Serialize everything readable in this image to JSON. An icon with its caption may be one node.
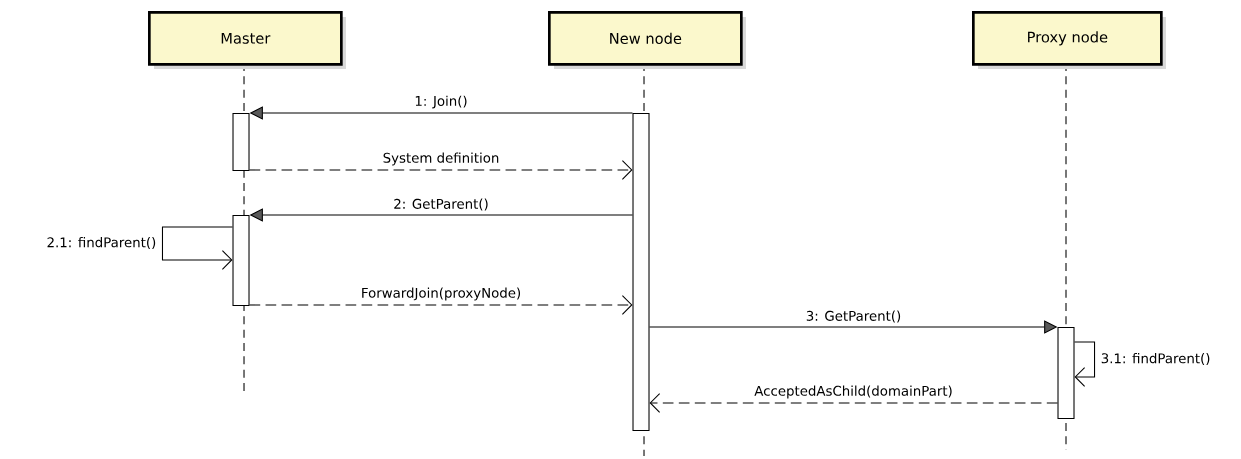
{
  "diagram": {
    "nodes": [
      {
        "text": [
          "Master"
        ]
      },
      {
        "text": [
          "New node"
        ]
      },
      {
        "text": [
          "Proxy node"
        ]
      },
      {
        "text": [],
        "shape": "bar"
      },
      {
        "text": [],
        "shape": "bar"
      },
      {
        "text": [],
        "shape": "bar"
      },
      {
        "text": [],
        "shape": "bar"
      }
    ],
    "edges": [
      {
        "from": 5,
        "to": 3,
        "arrow": "to",
        "label": "1: Join()"
      },
      {
        "from": 3,
        "to": 5,
        "arrow": "to",
        "label": "System definition",
        "style": "dashed"
      },
      {
        "from": 5,
        "to": 4,
        "arrow": "to",
        "label": "2: GetParent()"
      },
      {
        "from": 4,
        "to": 4,
        "arrow": "to",
        "label": "2.1: findParent()"
      },
      {
        "from": 4,
        "to": 5,
        "arrow": "to",
        "label": "ForwardJoin(proxyNode)",
        "style": "dashed"
      },
      {
        "from": 5,
        "to": 6,
        "arrow": "to",
        "label": "3: GetParent()"
      },
      {
        "from": 6,
        "to": 6,
        "arrow": "to",
        "label": "3.1: findParent()"
      },
      {
        "from": 6,
        "to": 5,
        "arrow": "to",
        "label": "AcceptedAsChild(domainPart)",
        "style": "dashed"
      }
    ]
  }
}
